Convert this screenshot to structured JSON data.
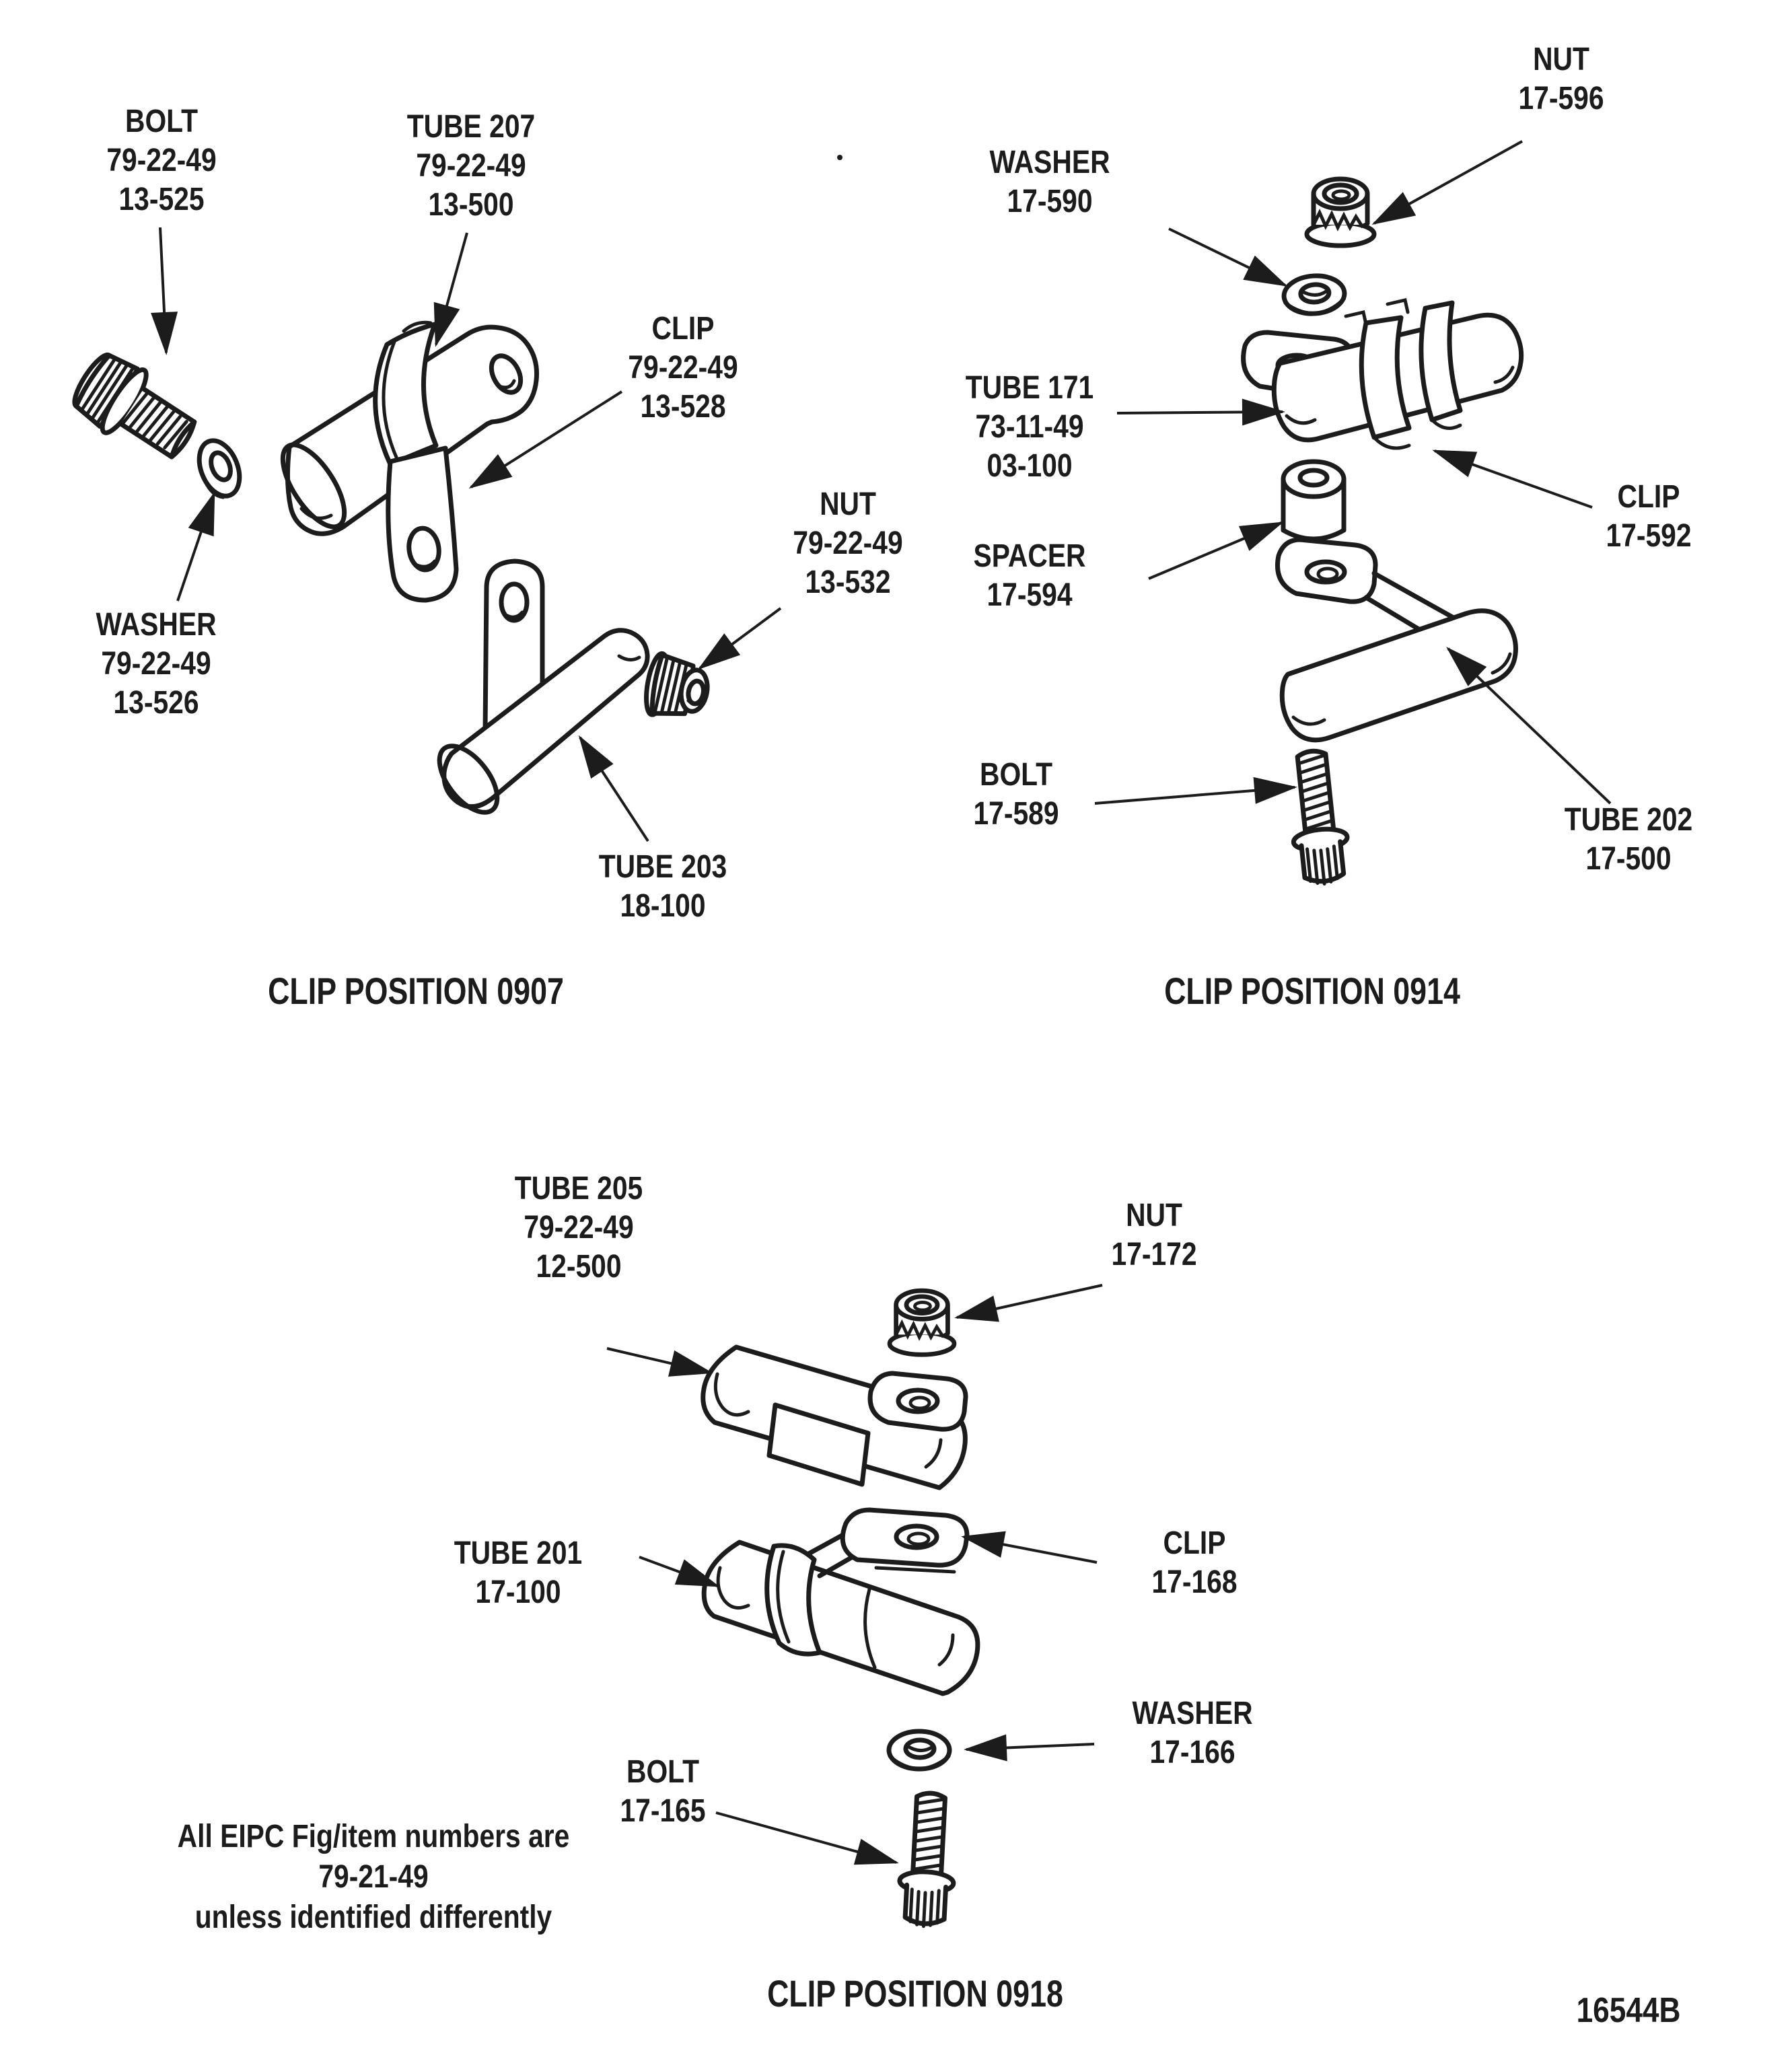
{
  "figure_code": "16544B",
  "ink_color": "#1c1c1c",
  "background_color": "#ffffff",
  "note_lines": [
    "All EIPC Fig/item numbers are",
    "79-21-49",
    "unless identified differently"
  ],
  "diagrams": [
    {
      "caption": "CLIP POSITION 0907",
      "labels": {
        "bolt": [
          "BOLT",
          "79-22-49",
          "13-525"
        ],
        "tube207": [
          "TUBE 207",
          "79-22-49",
          "13-500"
        ],
        "clip": [
          "CLIP",
          "79-22-49",
          "13-528"
        ],
        "nut": [
          "NUT",
          "79-22-49",
          "13-532"
        ],
        "washer": [
          "WASHER",
          "79-22-49",
          "13-526"
        ],
        "tube203": [
          "TUBE 203",
          "18-100"
        ]
      }
    },
    {
      "caption": "CLIP POSITION 0914",
      "labels": {
        "nut": [
          "NUT",
          "17-596"
        ],
        "washer": [
          "WASHER",
          "17-590"
        ],
        "tube171": [
          "TUBE 171",
          "73-11-49",
          "03-100"
        ],
        "clip": [
          "CLIP",
          "17-592"
        ],
        "spacer": [
          "SPACER",
          "17-594"
        ],
        "bolt": [
          "BOLT",
          "17-589"
        ],
        "tube202": [
          "TUBE 202",
          "17-500"
        ]
      }
    },
    {
      "caption": "CLIP POSITION 0918",
      "labels": {
        "tube205": [
          "TUBE 205",
          "79-22-49",
          "12-500"
        ],
        "nut": [
          "NUT",
          "17-172"
        ],
        "tube201": [
          "TUBE 201",
          "17-100"
        ],
        "clip": [
          "CLIP",
          "17-168"
        ],
        "washer": [
          "WASHER",
          "17-166"
        ],
        "bolt": [
          "BOLT",
          "17-165"
        ]
      }
    }
  ]
}
